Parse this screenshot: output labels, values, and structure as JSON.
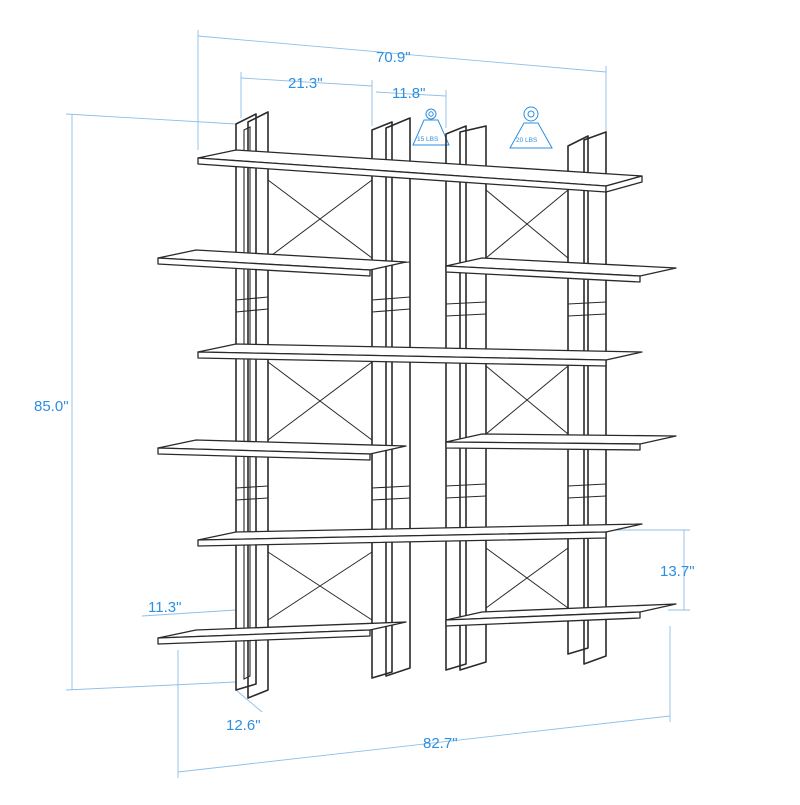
{
  "diagram": {
    "dimensions": {
      "total_width": "70.9\"",
      "shelf_span": "21.3\"",
      "gap": "11.8\"",
      "height": "85.0\"",
      "shelf_spacing": "13.7\"",
      "bottom_offset": "11.3\"",
      "depth": "12.6\"",
      "total_length": "82.7\""
    },
    "load_badges": {
      "left": "15 LBS",
      "right": "20 LBS"
    },
    "colors": {
      "dimension": "#2d8fe0",
      "dimension_line": "#8fbfe6",
      "frame": "#2a2a2a"
    }
  }
}
